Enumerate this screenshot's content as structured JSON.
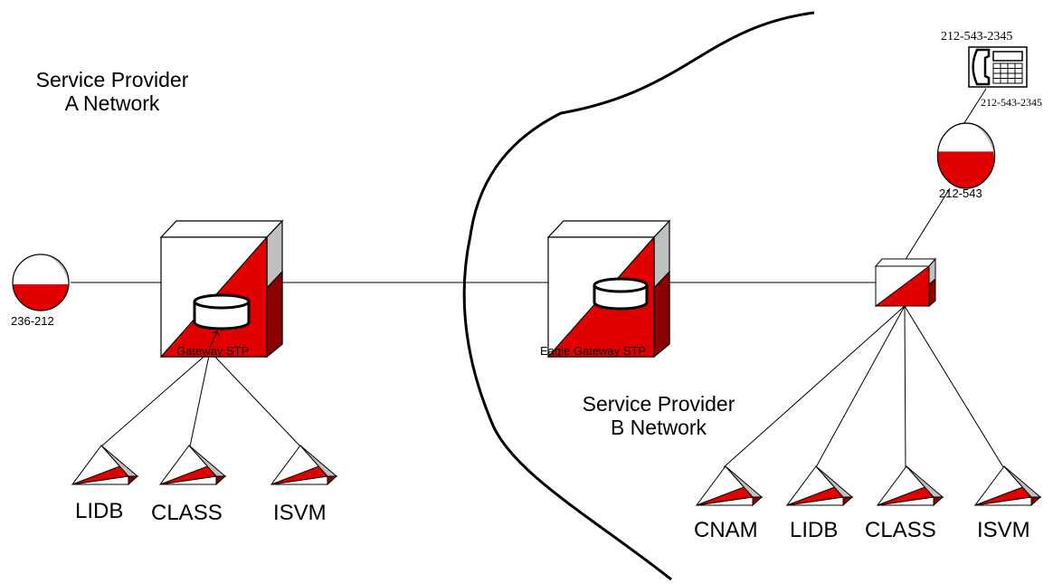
{
  "regions": {
    "provider_a": {
      "line1": "Service Provider",
      "line2": "A Network"
    },
    "provider_b": {
      "line1": "Service Provider",
      "line2": "B Network"
    }
  },
  "nodes": {
    "switch_a": {
      "label": "236-212"
    },
    "gateway_a": {
      "label": "Gateway STP"
    },
    "gateway_b": {
      "label": "Eagle Gateway STP"
    },
    "switch_b": {
      "label": "212-543"
    },
    "telephone": {
      "label_top": "212-543-2345",
      "label_bottom": "212-543-2345"
    }
  },
  "databases_a": [
    {
      "label": "LIDB"
    },
    {
      "label": "CLASS"
    },
    {
      "label": "ISVM"
    }
  ],
  "databases_b": [
    {
      "label": "CNAM"
    },
    {
      "label": "LIDB"
    },
    {
      "label": "CLASS"
    },
    {
      "label": "ISVM"
    }
  ],
  "colors": {
    "red": "#e00000",
    "dark_red": "#8b0000",
    "gray": "#c0c0c0",
    "line": "#000000"
  }
}
